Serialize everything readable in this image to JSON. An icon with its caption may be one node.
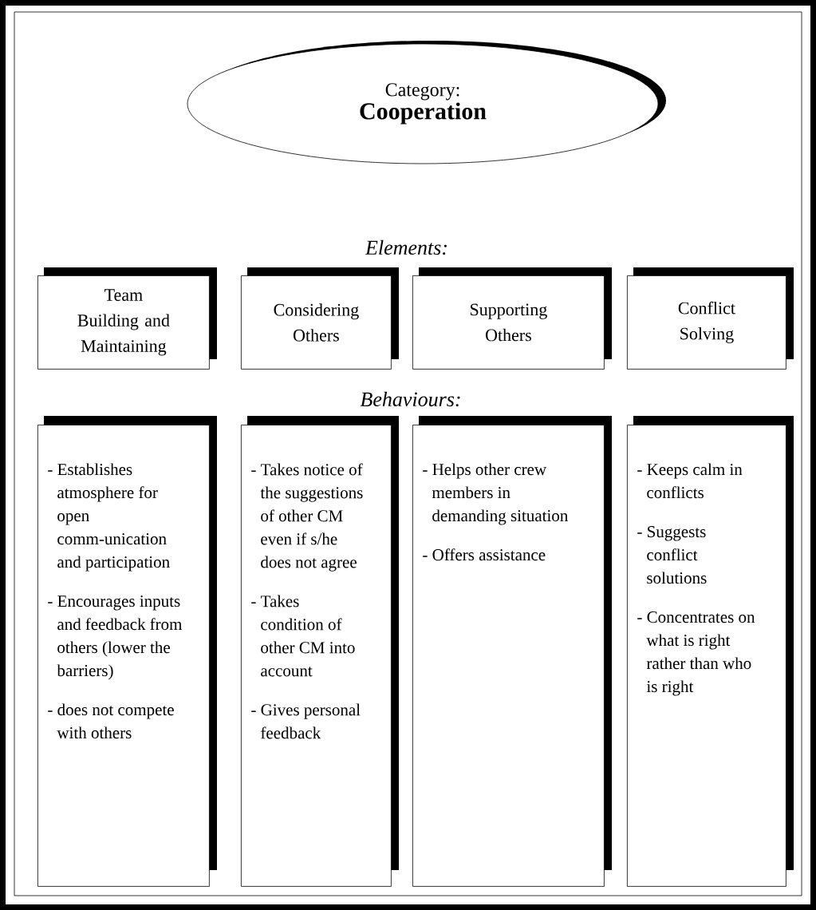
{
  "diagram": {
    "nodes": [
      {
        "text": [
          "Category:",
          "Cooperation"
        ]
      },
      {
        "text": [
          "Team Building and Maintaining"
        ]
      },
      {
        "text": [
          "Considering Others"
        ]
      },
      {
        "text": [
          "Supporting Others"
        ]
      },
      {
        "text": [
          "Conflict Solving"
        ]
      },
      {
        "text": [
          "- Establishes atmosphere for open comm-unication and participation",
          "- Encourages inputs and feedback from others (lower the barriers)",
          "- does not compete with others"
        ]
      },
      {
        "text": [
          "- Takes notice of the suggestions of other CM even if s/he does not agree",
          "- Takes condition of other CM into account",
          "- Gives personal feedback"
        ]
      },
      {
        "text": [
          "- Helps other crew members in demanding situation",
          "- Offers assistance"
        ]
      },
      {
        "text": [
          "- Keeps calm in conflicts",
          "- Suggests conflict solutions",
          "- Concentrates on what is right rather than who is right"
        ]
      }
    ],
    "labels": [
      "Elements:",
      "Behaviours:"
    ]
  }
}
